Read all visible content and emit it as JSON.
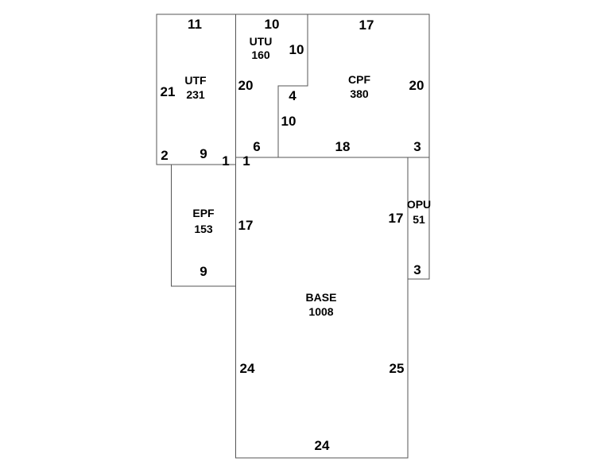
{
  "areas": {
    "utf": {
      "code": "UTF",
      "sqft": "231"
    },
    "utu": {
      "code": "UTU",
      "sqft": "160"
    },
    "cpf": {
      "code": "CPF",
      "sqft": "380"
    },
    "epf": {
      "code": "EPF",
      "sqft": "153"
    },
    "opu": {
      "code": "OPU",
      "sqft": "51"
    },
    "base": {
      "code": "BASE",
      "sqft": "1008"
    }
  },
  "dimensions": {
    "utf_top": "11",
    "utf_left": "21",
    "utf_bottom_left": "2",
    "utf_bottom": "9",
    "utf_right_stub": "1",
    "utf_right": "20",
    "utu_top": "10",
    "utu_right": "10",
    "utu_step": "4",
    "utu_lower_right": "10",
    "utu_bottom": "6",
    "utu_corner": "1",
    "cpf_top": "17",
    "cpf_right": "20",
    "cpf_bottom": "18",
    "cpf_corner": "3",
    "epf_right": "17",
    "epf_bottom": "9",
    "opu_left": "17",
    "opu_bottom": "3",
    "base_left": "24",
    "base_right": "25",
    "base_bottom": "24"
  }
}
